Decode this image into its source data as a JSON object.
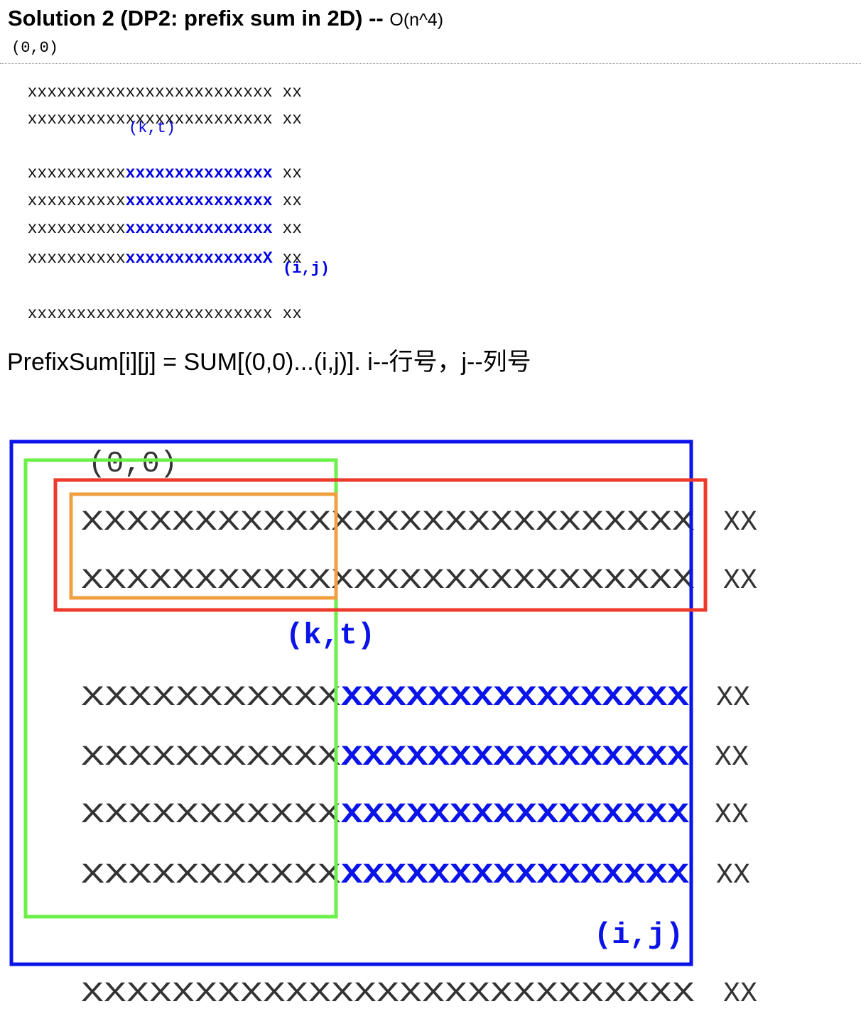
{
  "heading": {
    "title": "Solution 2 (DP2: prefix sum in 2D) --",
    "complexity": "O(n^4)"
  },
  "code_block": {
    "origin_label": "(0,0)",
    "rows": [
      {
        "plain": "xxxxxxxxxxxxxxxxxxxxxxxxx",
        "highlight": "",
        "tail": " xx"
      },
      {
        "plain": "xxxxxxxxxxxxxxxxxxxxxxxxx",
        "highlight": "",
        "tail": " xx"
      },
      {
        "plain": "xxxxxxxxxx",
        "highlight": "xxxxxxxxxxxxxxx",
        "tail": " xx"
      },
      {
        "plain": "xxxxxxxxxx",
        "highlight": "xxxxxxxxxxxxxxx",
        "tail": " xx"
      },
      {
        "plain": "xxxxxxxxxx",
        "highlight": "xxxxxxxxxxxxxxx",
        "tail": " xx"
      },
      {
        "plain": "xxxxxxxxxx",
        "highlight": "xxxxxxxxxxxxxxX",
        "tail": " xx"
      },
      {
        "plain": "xxxxxxxxxxxxxxxxxxxxxxxxx",
        "highlight": "",
        "tail": " xx"
      }
    ],
    "kt_label": "(k,t)",
    "ij_label": "(i,j)"
  },
  "formula": "PrefixSum[i][j] = SUM[(0,0)...(i,j)]. i--行号，j--列号",
  "diagram": {
    "origin_label": "(0,0)",
    "kt_label": "(k,t)",
    "ij_label": "(i,j)",
    "rows": [
      {
        "plain": "XXXXXXXXXXXXXXXXXXXXXXXXXXX",
        "highlight": "",
        "tail": "XX"
      },
      {
        "plain": "XXXXXXXXXXXXXXXXXXXXXXXXXXX",
        "highlight": "",
        "tail": "XX"
      },
      {
        "plain": "XXXXXXXXXXX",
        "highlight": "XXXXXXXXXXXXXXXX",
        "tail": "XX"
      },
      {
        "plain": "XXXXXXXXXXX",
        "highlight": "XXXXXXXXXXXXXXXX",
        "tail": "XX"
      },
      {
        "plain": "XXXXXXXXXXX",
        "highlight": "XXXXXXXXXXXXXXXX",
        "tail": "XX"
      },
      {
        "plain": "XXXXXXXXXXX",
        "highlight": "XXXXXXXXXXXXXXXX",
        "tail": "XX"
      },
      {
        "plain": "XXXXXXXXXXXXXXXXXXXXXXXXXXX",
        "highlight": "",
        "tail": "XX"
      }
    ],
    "colors": {
      "outer_box": "#0a14e8",
      "green_box": "#6cf04a",
      "red_box": "#ee3a2c",
      "orange_box": "#f0a040",
      "highlight_text": "#0a14e8",
      "plain_text": "#333333"
    }
  }
}
